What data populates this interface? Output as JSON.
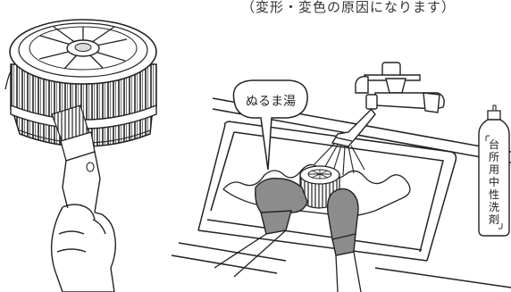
{
  "caption": "（変形・変色の原因になります）",
  "speech_bubble": "ぬるま湯",
  "detergent_label": [
    "台",
    "所",
    "用",
    "中",
    "性",
    "洗",
    "剤"
  ],
  "colors": {
    "line": "#222222",
    "glove": "#8c8c8c",
    "water": "#ffffff"
  },
  "icons": [
    "filter-cylinder-icon",
    "brush-icon",
    "hand-icon",
    "faucet-icon",
    "sink-icon",
    "gloved-hands-icon",
    "detergent-bottle-icon"
  ]
}
